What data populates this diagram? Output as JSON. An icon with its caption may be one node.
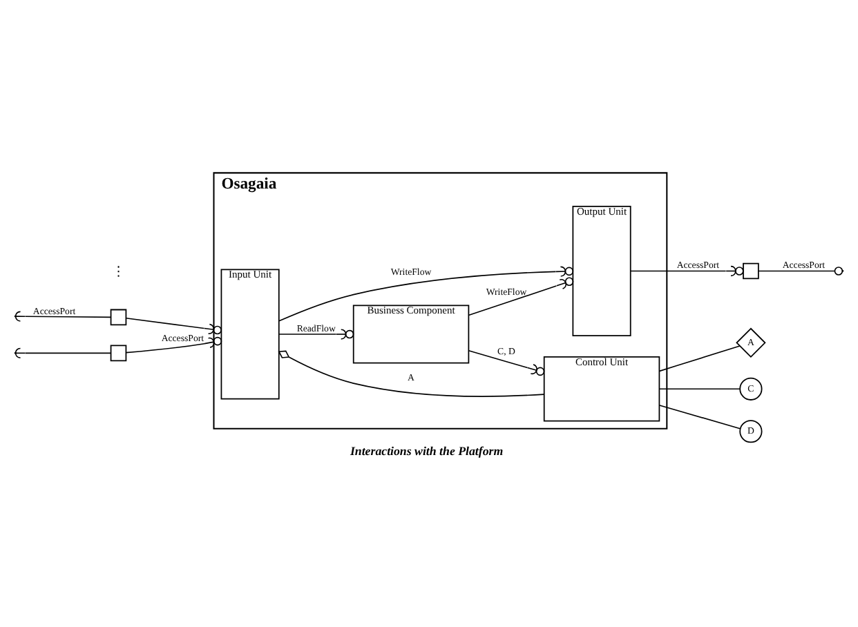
{
  "diagram": {
    "caption": "Interactions with the Platform",
    "nodes": [
      {
        "text": [
          "Osagaia"
        ]
      },
      {
        "text": [],
        "shape": "box"
      },
      {
        "text": [
          "Input Unit"
        ],
        "in": 0
      },
      {
        "text": [
          "Business Component"
        ],
        "in": 0
      },
      {
        "text": [
          "Output Unit"
        ],
        "in": 0
      },
      {
        "text": [],
        "shape": "box"
      },
      {
        "text": [],
        "shape": "box"
      },
      {
        "text": [
          "Control Unit"
        ],
        "in": 0
      },
      {
        "text": [
          "A"
        ]
      },
      {
        "text": [
          "C"
        ]
      },
      {
        "text": [
          "D"
        ]
      }
    ],
    "edges": [
      {
        "from": null,
        "to": 1,
        "arrow": "other",
        "label": "AccessPort"
      },
      {
        "from": 1,
        "to": 2,
        "arrow": "other"
      },
      {
        "from": null,
        "to": 6,
        "arrow": "other"
      },
      {
        "from": 6,
        "to": 2,
        "arrow": "other",
        "label": "AccessPort"
      },
      {
        "from": 2,
        "to": 3,
        "arrow": "other",
        "label": "ReadFlow"
      },
      {
        "from": 3,
        "to": 4,
        "arrow": "other",
        "label": "WriteFlow"
      },
      {
        "from": 3,
        "to": 7,
        "arrow": "other",
        "label": "C, D"
      },
      {
        "from": 2,
        "to": 4,
        "arrow": "other",
        "label": "WriteFlow"
      },
      {
        "from": 2,
        "to": 7,
        "arrow": "other",
        "label": "A"
      },
      {
        "from": 4,
        "to": 5,
        "arrow": "other",
        "label": "AccessPort"
      },
      {
        "from": 5,
        "to": null,
        "arrow": "other",
        "label": "AccessPort"
      },
      {
        "from": 7,
        "to": 8,
        "arrow": "none"
      },
      {
        "from": 7,
        "to": 9,
        "arrow": "none"
      },
      {
        "from": 7,
        "to": 10,
        "arrow": "none"
      }
    ],
    "labels": [
      "⋮"
    ]
  }
}
